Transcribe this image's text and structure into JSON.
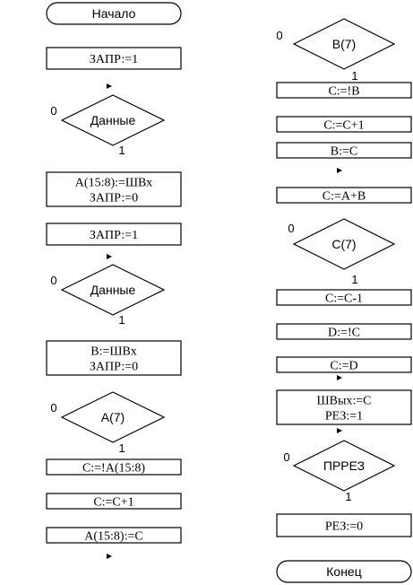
{
  "diagram": {
    "nodes": [
      {
        "id": "start",
        "type": "terminal",
        "lines": [
          "Начало"
        ]
      },
      {
        "id": "n1",
        "type": "process",
        "lines": [
          "ЗАПР:=1"
        ]
      },
      {
        "id": "d1",
        "type": "decision",
        "lines": [
          "Данные"
        ],
        "no_label": "0",
        "yes_label": "1"
      },
      {
        "id": "n2",
        "type": "process",
        "lines": [
          "A(15:8):=ШВх",
          "ЗАПР:=0"
        ]
      },
      {
        "id": "n3",
        "type": "process",
        "lines": [
          "ЗАПР:=1"
        ]
      },
      {
        "id": "d2",
        "type": "decision",
        "lines": [
          "Данные"
        ],
        "no_label": "0",
        "yes_label": "1"
      },
      {
        "id": "n4",
        "type": "process",
        "lines": [
          "B:=ШВх",
          "ЗАПР:=0"
        ]
      },
      {
        "id": "d3",
        "type": "decision",
        "lines": [
          "A(7)"
        ],
        "no_label": "0",
        "yes_label": "1"
      },
      {
        "id": "n5",
        "type": "process",
        "lines": [
          "C:=!A(15:8)"
        ]
      },
      {
        "id": "n6",
        "type": "process",
        "lines": [
          "C:=C+1"
        ]
      },
      {
        "id": "n7",
        "type": "process",
        "lines": [
          "A(15:8):=C"
        ]
      },
      {
        "id": "d4",
        "type": "decision",
        "lines": [
          "B(7)"
        ],
        "no_label": "0",
        "yes_label": "1"
      },
      {
        "id": "n8",
        "type": "process",
        "lines": [
          "C:=!B"
        ]
      },
      {
        "id": "n9",
        "type": "process",
        "lines": [
          "C:=C+1"
        ]
      },
      {
        "id": "n10",
        "type": "process",
        "lines": [
          "B:=C"
        ]
      },
      {
        "id": "n11",
        "type": "process",
        "lines": [
          "C:=A+B"
        ]
      },
      {
        "id": "d5",
        "type": "decision",
        "lines": [
          "C(7)"
        ],
        "no_label": "0",
        "yes_label": "1"
      },
      {
        "id": "n12",
        "type": "process",
        "lines": [
          "C:=C-1"
        ]
      },
      {
        "id": "n13",
        "type": "process",
        "lines": [
          "D:=!C"
        ]
      },
      {
        "id": "n14",
        "type": "process",
        "lines": [
          "C:=D"
        ]
      },
      {
        "id": "n15",
        "type": "process",
        "lines": [
          "ШВых:=C",
          "РЕЗ:=1"
        ]
      },
      {
        "id": "d6",
        "type": "decision",
        "lines": [
          "ПРРЕЗ"
        ],
        "no_label": "0",
        "yes_label": "1"
      },
      {
        "id": "n16",
        "type": "process",
        "lines": [
          "РЕЗ:=0"
        ]
      },
      {
        "id": "end",
        "type": "terminal",
        "lines": [
          "Конец"
        ]
      }
    ],
    "colors": {
      "stroke": "#000000",
      "fill": "#ffffff",
      "text": "#000000"
    }
  }
}
